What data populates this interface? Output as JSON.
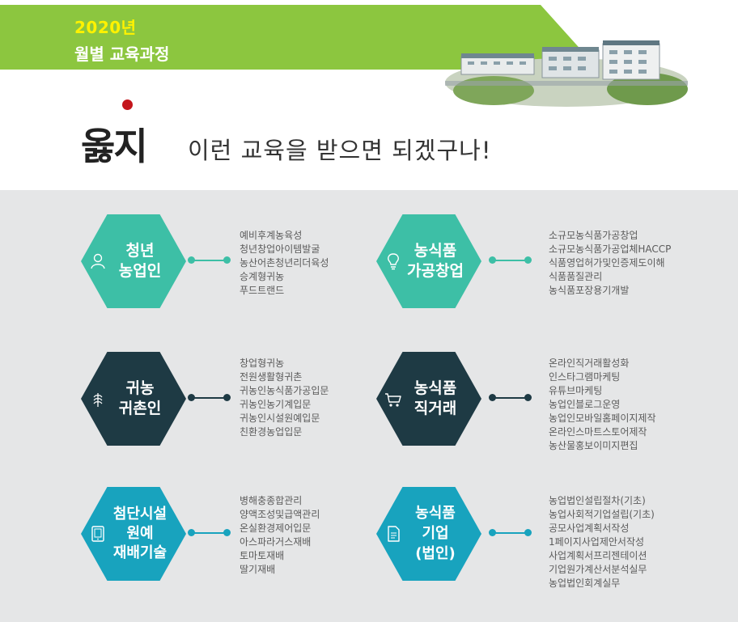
{
  "header": {
    "year": "2020년",
    "title": "월별 교육과정"
  },
  "intro": {
    "brand": "옳지",
    "tagline": "이런 교육을 받으면 되겠구나!"
  },
  "colors": {
    "banner": "#8cc63f",
    "year_text": "#fff200",
    "teal": "#3dbfa6",
    "dark": "#1e3a44",
    "blue": "#18a3be",
    "panel": "#e5e6e7",
    "brand_dot": "#c4161c"
  },
  "cards": [
    {
      "id": "youth-farmer",
      "label_lines": [
        "청년",
        "농업인"
      ],
      "icon": "person-icon",
      "color": "teal",
      "items": [
        "예비후계농육성",
        "청년창업아이템발굴",
        "농산어촌청년리더육성",
        "승계형귀농",
        "푸드트랜드"
      ]
    },
    {
      "id": "food-processing-startup",
      "label_lines": [
        "농식품",
        "가공창업"
      ],
      "icon": "lightbulb-icon",
      "color": "teal",
      "items": [
        "소규모농식품가공창업",
        "소규모농식품가공업체HACCP",
        "식품영업허가및인증제도이해",
        "식품품질관리",
        "농식품포장용기개발"
      ]
    },
    {
      "id": "return-farming",
      "label_lines": [
        "귀농",
        "귀촌인"
      ],
      "icon": "wheat-icon",
      "color": "dark",
      "items": [
        "창업형귀농",
        "전원생활형귀촌",
        "귀농인농식품가공입문",
        "귀농인농기계입문",
        "귀농인시설원예입문",
        "친환경농업입문"
      ]
    },
    {
      "id": "direct-trade",
      "label_lines": [
        "농식품",
        "직거래"
      ],
      "icon": "cart-icon",
      "color": "dark",
      "items": [
        "온라인직거래활성화",
        "인스타그램마케팅",
        "유튜브마케팅",
        "농업인블로그운영",
        "농업인모바일홈페이지제작",
        "온라인스마트스토어제작",
        "농산물홍보이미지편집"
      ]
    },
    {
      "id": "smart-greenhouse",
      "label_lines": [
        "첨단시설",
        "원예",
        "재배기술"
      ],
      "icon": "tablet-icon",
      "color": "blue",
      "items": [
        "병해충종합관리",
        "양액조성및급액관리",
        "온실환경제어입문",
        "아스파라거스재배",
        "토마토재배",
        "딸기재배"
      ]
    },
    {
      "id": "agri-corporation",
      "label_lines": [
        "농식품",
        "기업",
        "(법인)"
      ],
      "icon": "document-icon",
      "color": "blue",
      "items": [
        "농업법인설립절차(기초)",
        "농업사회적기업설립(기초)",
        "공모사업계획서작성",
        "1페이지사업제안서작성",
        "사업계획서프리젠테이션",
        "기업원가계산서분석실무",
        "농업법인회계실무"
      ]
    }
  ]
}
